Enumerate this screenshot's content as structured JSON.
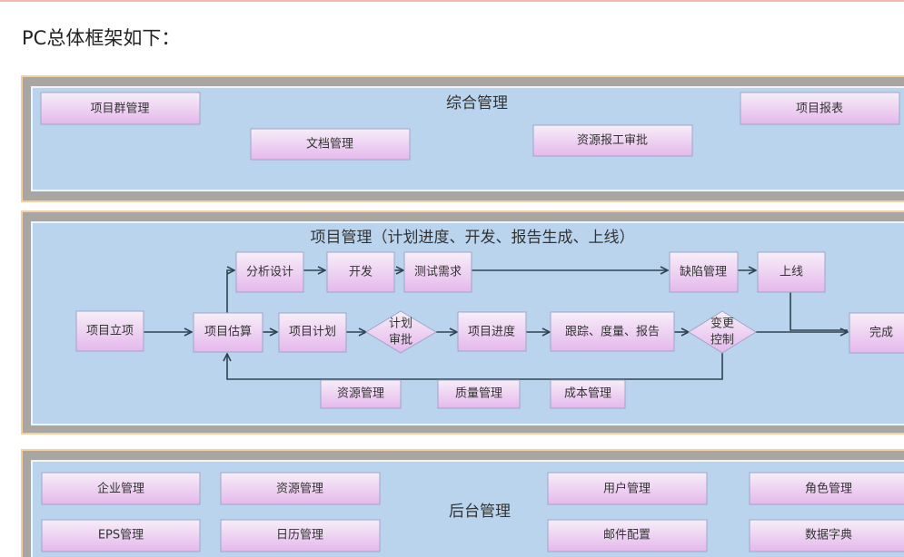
{
  "page_title": "PC总体框架如下：",
  "colors": {
    "panel": "#bad4ee",
    "frame": "#a9a6a2",
    "frame_border": "#f4cfa2",
    "box_top": "#f7eef8",
    "box_bottom": "#e5b8ec",
    "line": "#2f4452"
  },
  "general": {
    "title": "综合管理",
    "items": [
      "项目群管理",
      "文档管理",
      "资源报工审批",
      "项目报表"
    ]
  },
  "project": {
    "title": "项目管理（计划进度、开发、报告生成、上线）",
    "nodes": {
      "initiate": "项目立项",
      "estimate": "项目估算",
      "plan": "项目计划",
      "plan_approval_1": "计划",
      "plan_approval_2": "审批",
      "progress": "项目进度",
      "tracking": "跟踪、度量、报告",
      "change_1": "变更",
      "change_2": "控制",
      "done": "完成",
      "analysis": "分析设计",
      "develop": "开发",
      "test": "测试需求",
      "defect": "缺陷管理",
      "release": "上线",
      "resource": "资源管理",
      "quality": "质量管理",
      "cost": "成本管理"
    }
  },
  "backend": {
    "title": "后台管理",
    "items": [
      "企业管理",
      "资源管理",
      "用户管理",
      "角色管理",
      "EPS管理",
      "日历管理",
      "邮件配置",
      "数据字典"
    ]
  }
}
